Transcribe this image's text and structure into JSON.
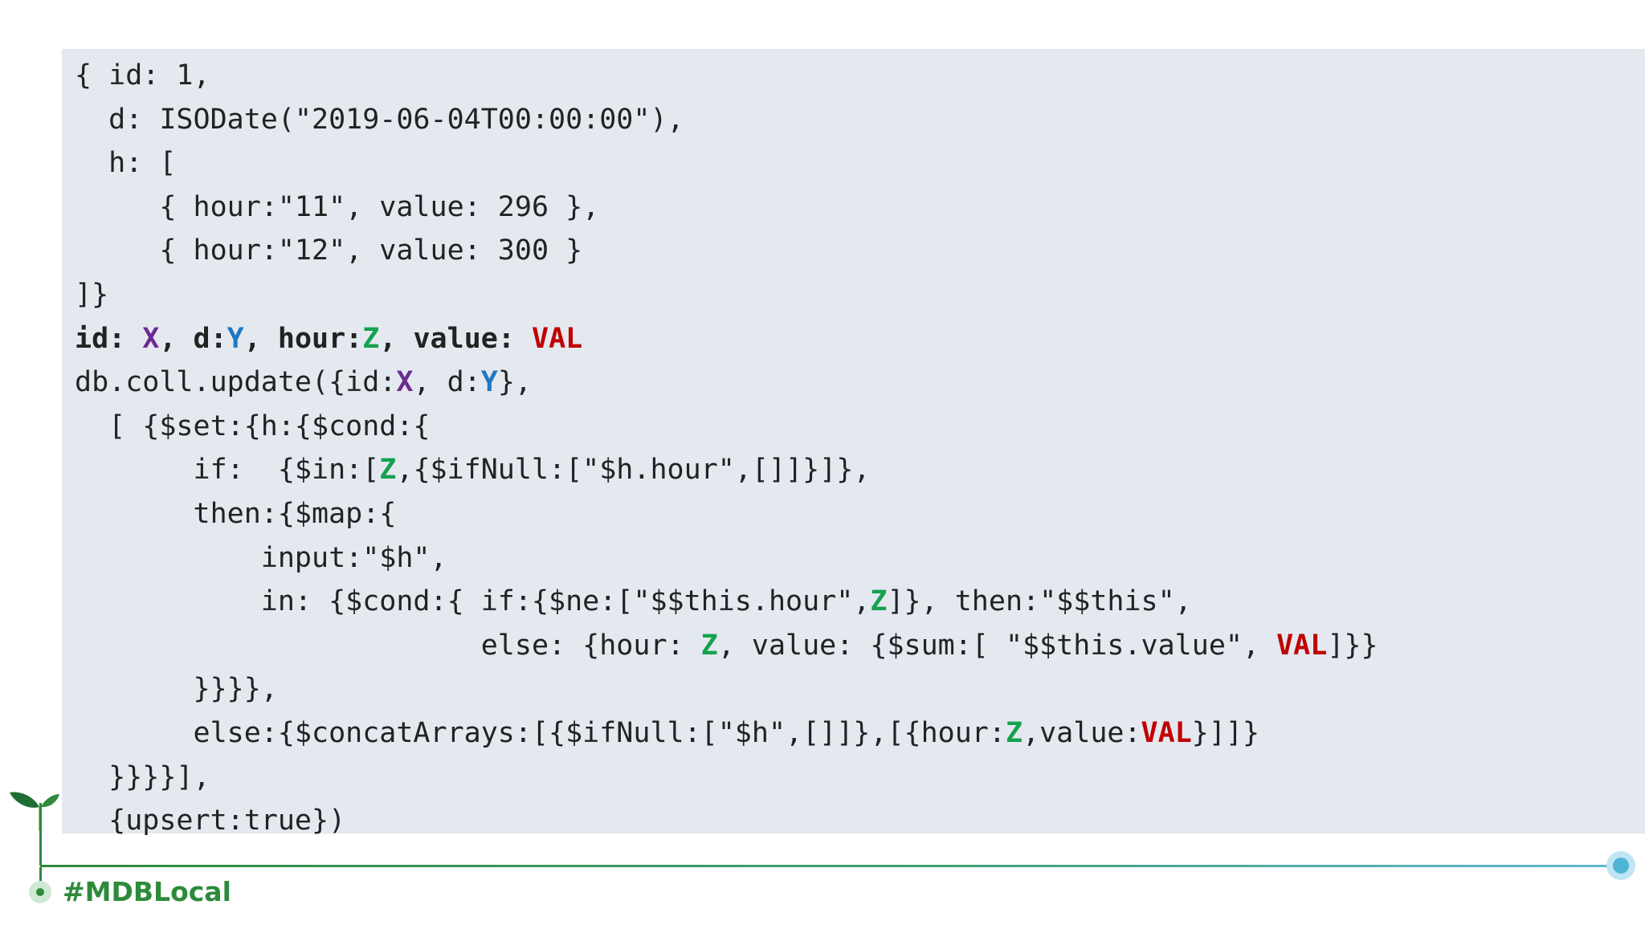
{
  "code": {
    "l1": "{ id: 1,",
    "l2": "  d: ISODate(\"2019-06-04T00:00:00\"),",
    "l3": "  h: [",
    "l4": "     { hour:\"11\", value: 296 },",
    "l5": "     { hour:\"12\", value: 300 }",
    "l6": "]}",
    "l7": {
      "id_key": "id: ",
      "x": "X",
      "d_key": ", d:",
      "y": "Y",
      "hour_key": ", hour:",
      "z": "Z",
      "value_key": ", value: ",
      "val": "VAL"
    },
    "l8": {
      "a": "db.coll.update({id:",
      "x": "X",
      "b": ", d:",
      "y": "Y",
      "c": "},"
    },
    "l9": "  [ {$set:{h:{$cond:{",
    "l10": {
      "a": "       if:  {$in:[",
      "z": "Z",
      "b": ",{$ifNull:[\"$h.hour\",[]]}]},"
    },
    "l11": "       then:{$map:{",
    "l12": "           input:\"$h\",",
    "l13": {
      "a": "           in: {$cond:{ if:{$ne:[\"$$this.hour\",",
      "z": "Z",
      "b": "]}, then:\"$$this\","
    },
    "l14": {
      "a": "                        else: {hour: ",
      "z": "Z",
      "b": ", value: {$sum:[ \"$$this.value\", ",
      "val": "VAL",
      "c": "]}}"
    },
    "l15": "       }}}},",
    "l16": {
      "a": "       else:{$concatArrays:[{$ifNull:[\"$h\",[]]},[{hour:",
      "z": "Z",
      "b": ",value:",
      "val": "VAL",
      "c": "}]]}"
    },
    "l17": "  }}}}],",
    "l18": "  {upsert:true})"
  },
  "footer": {
    "hashtag": "#MDBLocal",
    "icon": "sprout-icon"
  },
  "colors": {
    "panel": "#e4e8ef",
    "x": "#6b2c91",
    "y": "#1f78c1",
    "z": "#13a24f",
    "val": "#c00000",
    "brand_green": "#2e8a3a",
    "accent_blue": "#4fb3d6"
  }
}
